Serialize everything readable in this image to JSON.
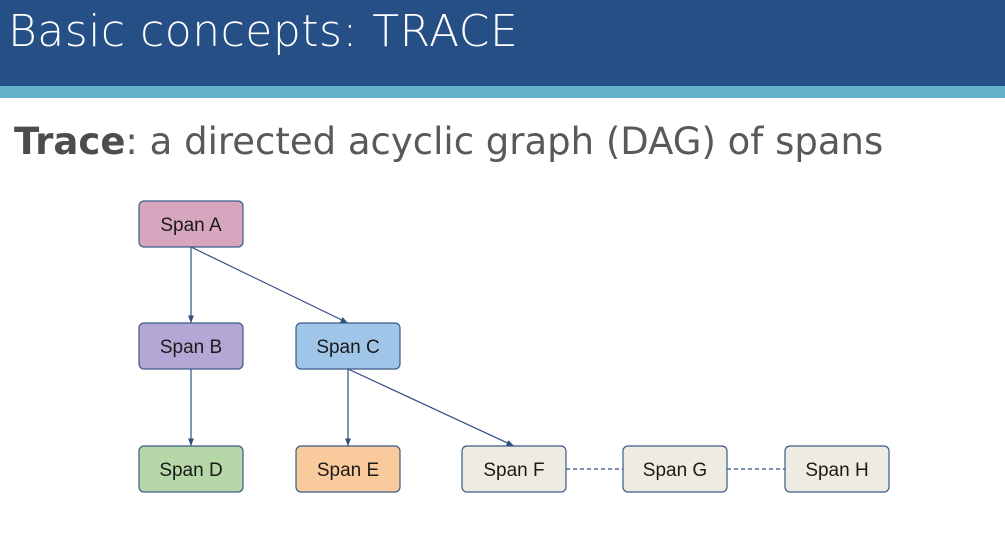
{
  "slide": {
    "title": "Basic concepts: TRACE",
    "subtitle_bold": "Trace",
    "subtitle_rest": ": a directed acyclic graph (DAG) of spans"
  },
  "diagram": {
    "nodes": [
      {
        "id": "A",
        "label": "Span A",
        "fill": "#d5a6bd"
      },
      {
        "id": "B",
        "label": "Span B",
        "fill": "#b4a7d6"
      },
      {
        "id": "C",
        "label": "Span C",
        "fill": "#9fc5e8"
      },
      {
        "id": "D",
        "label": "Span D",
        "fill": "#b6d7a8"
      },
      {
        "id": "E",
        "label": "Span E",
        "fill": "#f9cb9c"
      },
      {
        "id": "F",
        "label": "Span F",
        "fill": "#eeece1"
      },
      {
        "id": "G",
        "label": "Span G",
        "fill": "#eeece1"
      },
      {
        "id": "H",
        "label": "Span H",
        "fill": "#eeece1"
      }
    ],
    "edges": [
      {
        "from": "A",
        "to": "B",
        "style": "arrow"
      },
      {
        "from": "A",
        "to": "C",
        "style": "arrow"
      },
      {
        "from": "B",
        "to": "D",
        "style": "arrow"
      },
      {
        "from": "C",
        "to": "E",
        "style": "arrow"
      },
      {
        "from": "C",
        "to": "F",
        "style": "arrow"
      },
      {
        "from": "F",
        "to": "G",
        "style": "dashed"
      },
      {
        "from": "G",
        "to": "H",
        "style": "dashed"
      }
    ],
    "colors": {
      "stroke": "#3c5a8a",
      "edge": "#2f4f7f"
    }
  }
}
